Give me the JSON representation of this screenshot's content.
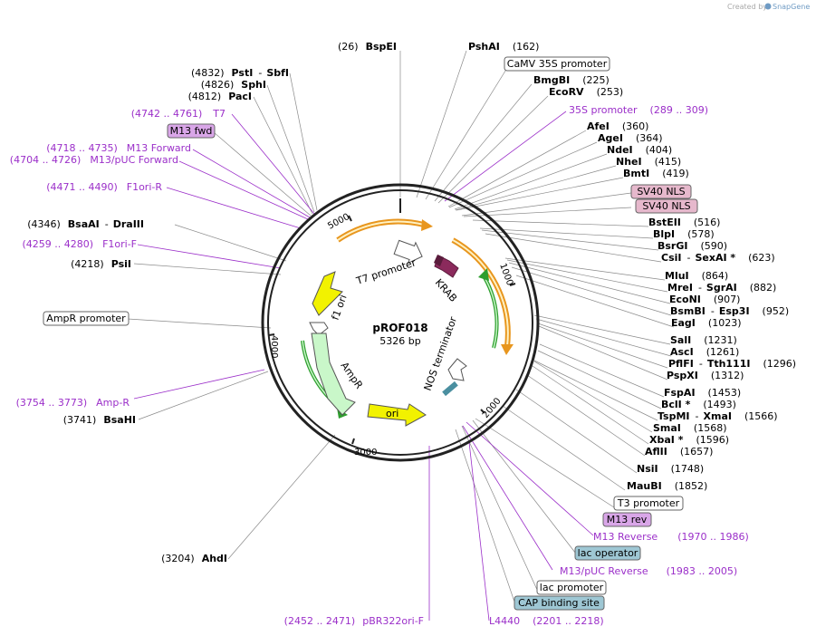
{
  "credit": {
    "prefix": "Created by",
    "brand": "SnapGene"
  },
  "plasmid": {
    "name": "pROF018",
    "size": "5326 bp"
  },
  "ticks": [
    "1000",
    "2000",
    "3000",
    "4000",
    "5000"
  ],
  "enzymes_right": [
    {
      "pos": "(162)",
      "name": "PshAI"
    },
    {
      "pos": "(225)",
      "name": "BmgBI"
    },
    {
      "pos": "(253)",
      "name": "EcoRV"
    },
    {
      "pos": "(360)",
      "name": "AfeI"
    },
    {
      "pos": "(364)",
      "name": "AgeI"
    },
    {
      "pos": "(404)",
      "name": "NdeI"
    },
    {
      "pos": "(415)",
      "name": "NheI"
    },
    {
      "pos": "(419)",
      "name": "BmtI"
    },
    {
      "pos": "(516)",
      "name": "BstEII"
    },
    {
      "pos": "(578)",
      "name": "BlpI"
    },
    {
      "pos": "(590)",
      "name": "BsrGI"
    },
    {
      "pos": "(623)",
      "name": "CsiI",
      "name2": "SexAI *"
    },
    {
      "pos": "(864)",
      "name": "MluI"
    },
    {
      "pos": "(882)",
      "name": "MreI",
      "name2": "SgrAI"
    },
    {
      "pos": "(907)",
      "name": "EcoNI"
    },
    {
      "pos": "(952)",
      "name": "BsmBI",
      "name2": "Esp3I"
    },
    {
      "pos": "(1023)",
      "name": "EagI"
    },
    {
      "pos": "(1231)",
      "name": "SalI"
    },
    {
      "pos": "(1261)",
      "name": "AscI"
    },
    {
      "pos": "(1296)",
      "name": "PflFI",
      "name2": "Tth111I"
    },
    {
      "pos": "(1312)",
      "name": "PspXI"
    },
    {
      "pos": "(1453)",
      "name": "FspAI"
    },
    {
      "pos": "(1493)",
      "name": "BclI *"
    },
    {
      "pos": "(1566)",
      "name": "TspMI",
      "name2": "XmaI"
    },
    {
      "pos": "(1568)",
      "name": "SmaI"
    },
    {
      "pos": "(1596)",
      "name": "XbaI *"
    },
    {
      "pos": "(1657)",
      "name": "AflII"
    },
    {
      "pos": "(1748)",
      "name": "NsiI"
    },
    {
      "pos": "(1852)",
      "name": "MauBI"
    }
  ],
  "enzymes_left": [
    {
      "pos": "(26)",
      "name": "BspEI"
    },
    {
      "pos": "(4832)",
      "name": "PstI",
      "name2": "SbfI"
    },
    {
      "pos": "(4826)",
      "name": "SphI"
    },
    {
      "pos": "(4812)",
      "name": "PacI"
    },
    {
      "pos": "(4346)",
      "name": "BsaAI",
      "name2": "DraIII"
    },
    {
      "pos": "(4218)",
      "name": "PsiI"
    },
    {
      "pos": "(3741)",
      "name": "BsaHI"
    },
    {
      "pos": "(3204)",
      "name": "AhdI"
    }
  ],
  "primers": [
    {
      "range": "(289 .. 309)",
      "name": "35S promoter"
    },
    {
      "range": "(4742 .. 4761)",
      "name": "T7"
    },
    {
      "range": "(4718 .. 4735)",
      "name": "M13 Forward"
    },
    {
      "range": "(4704 .. 4726)",
      "name": "M13/pUC Forward"
    },
    {
      "range": "(4471 .. 4490)",
      "name": "F1ori-R"
    },
    {
      "range": "(4259 .. 4280)",
      "name": "F1ori-F"
    },
    {
      "range": "(3754 .. 3773)",
      "name": "Amp-R"
    },
    {
      "range": "(1970 .. 1986)",
      "name": "M13 Reverse"
    },
    {
      "range": "(1983 .. 2005)",
      "name": "M13/pUC Reverse"
    },
    {
      "range": "(2201 .. 2218)",
      "name": "L4440"
    },
    {
      "range": "(2452 .. 2471)",
      "name": "pBR322ori-F"
    }
  ],
  "boxed_labels": {
    "camv": "CaMV 35S promoter",
    "sv40a": "SV40 NLS",
    "sv40b": "SV40 NLS",
    "m13fwd": "M13 fwd",
    "ampr_promoter": "AmpR promoter",
    "t3": "T3 promoter",
    "m13rev": "M13 rev",
    "lacop": "lac operator",
    "lacprom": "lac promoter",
    "cap": "CAP binding site"
  },
  "features": {
    "t7": "T7 promoter",
    "krab": "KRAB",
    "nos": "NOS terminator",
    "f1": "f1 ori",
    "ampr": "AmpR",
    "ori": "ori"
  },
  "colors": {
    "backbone": "#222222",
    "orange": "#e8961e",
    "green": "#2e9e2e",
    "yellow": "#f2f200",
    "ampr": "#c9f7c9",
    "krab": "#8b2a5c",
    "primer": "#9b2fc9",
    "sv40": "#e6b8cc",
    "m13": "#d9a6e8",
    "lac": "#9ec7d4"
  }
}
